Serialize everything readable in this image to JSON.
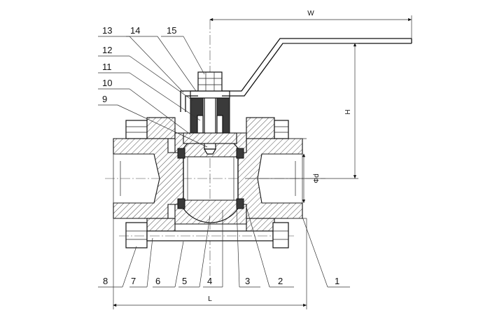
{
  "diagram": {
    "part_numbers": {
      "p1": "1",
      "p2": "2",
      "p3": "3",
      "p4": "4",
      "p5": "5",
      "p6": "6",
      "p7": "7",
      "p8": "8",
      "p9": "9",
      "p10": "10",
      "p11": "11",
      "p12": "12",
      "p13": "13",
      "p14": "14",
      "p15": "15"
    },
    "dimensions": {
      "width": "W",
      "height": "H",
      "length": "L",
      "bore": "Φd"
    }
  }
}
